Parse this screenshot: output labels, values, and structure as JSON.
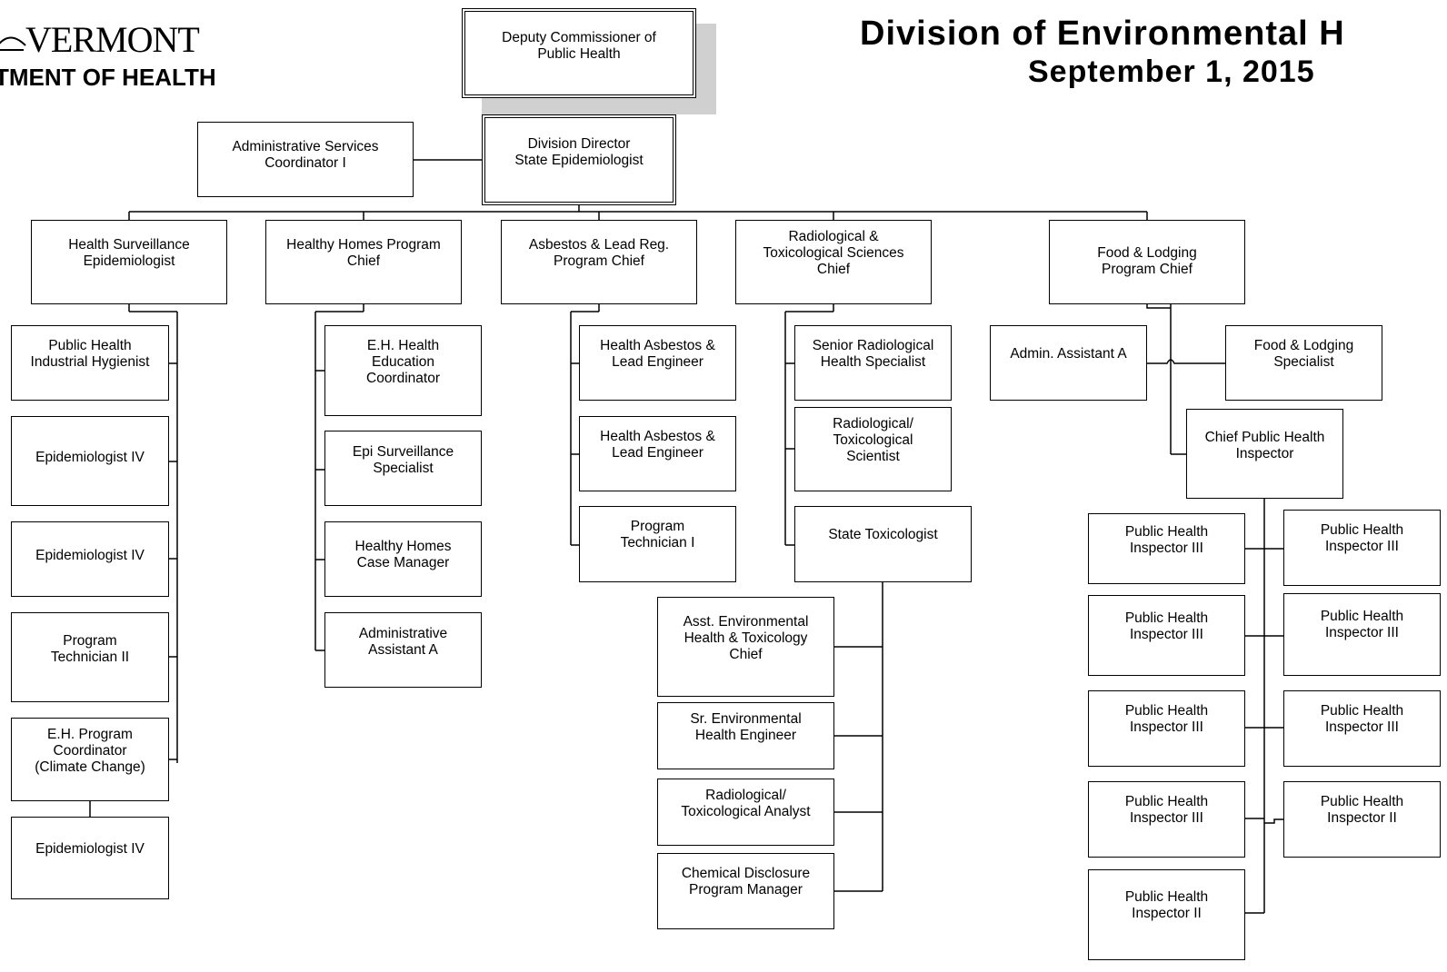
{
  "header": {
    "org_name": "VERMONT",
    "org_dept": "TMENT OF HEALTH",
    "title": "Division of Environmental H",
    "date": "September 1, 2015"
  },
  "positions": {
    "deputy": "Deputy Commissioner of\nPublic Health",
    "director": "Division Director\nState Epidemiologist",
    "admin_coord": "Administrative Services\nCoordinator I",
    "hs_chief": "Health Surveillance\nEpidemiologist",
    "hh_chief": "Healthy Homes Program\nChief",
    "al_chief": "Asbestos & Lead Reg.\nProgram Chief",
    "rt_chief": "Radiological &\nToxicological Sciences\nChief",
    "fl_chief": "Food & Lodging\nProgram Chief",
    "hs_1": "Public Health\nIndustrial Hygienist",
    "hs_2": "Epidemiologist IV",
    "hs_3": "Epidemiologist IV",
    "hs_4": "Program\nTechnician II",
    "hs_5": "E.H. Program\nCoordinator\n(Climate Change)",
    "hs_6": "Epidemiologist IV",
    "hh_1": "E.H. Health\nEducation\nCoordinator",
    "hh_2": "Epi Surveillance\nSpecialist",
    "hh_3": "Healthy Homes\nCase Manager",
    "hh_4": "Administrative\nAssistant A",
    "al_1": "Health Asbestos &\nLead Engineer",
    "al_2": "Health Asbestos &\nLead Engineer",
    "al_3": "Program\nTechnician I",
    "rt_1": "Senior Radiological\nHealth Specialist",
    "rt_2": "Radiological/\nToxicological\nScientist",
    "rt_3": "State Toxicologist",
    "tox_1": "Asst. Environmental\nHealth & Toxicology\nChief",
    "tox_2": "Sr. Environmental\nHealth Engineer",
    "tox_3": "Radiological/\nToxicological Analyst",
    "tox_4": "Chemical Disclosure\nProgram Manager",
    "fl_admin": "Admin. Assistant A",
    "fl_spec": "Food & Lodging\nSpecialist",
    "fl_cphi": "Chief Public Health\nInspector",
    "phi_l1": "Public Health\nInspector III",
    "phi_l2": "Public Health\nInspector III",
    "phi_l3": "Public Health\nInspector III",
    "phi_l4": "Public Health\nInspector III",
    "phi_l5": "Public Health\nInspector II",
    "phi_r1": "Public Health\nInspector III",
    "phi_r2": "Public Health\nInspector III",
    "phi_r3": "Public Health\nInspector III",
    "phi_r4": "Public Health\nInspector II"
  }
}
